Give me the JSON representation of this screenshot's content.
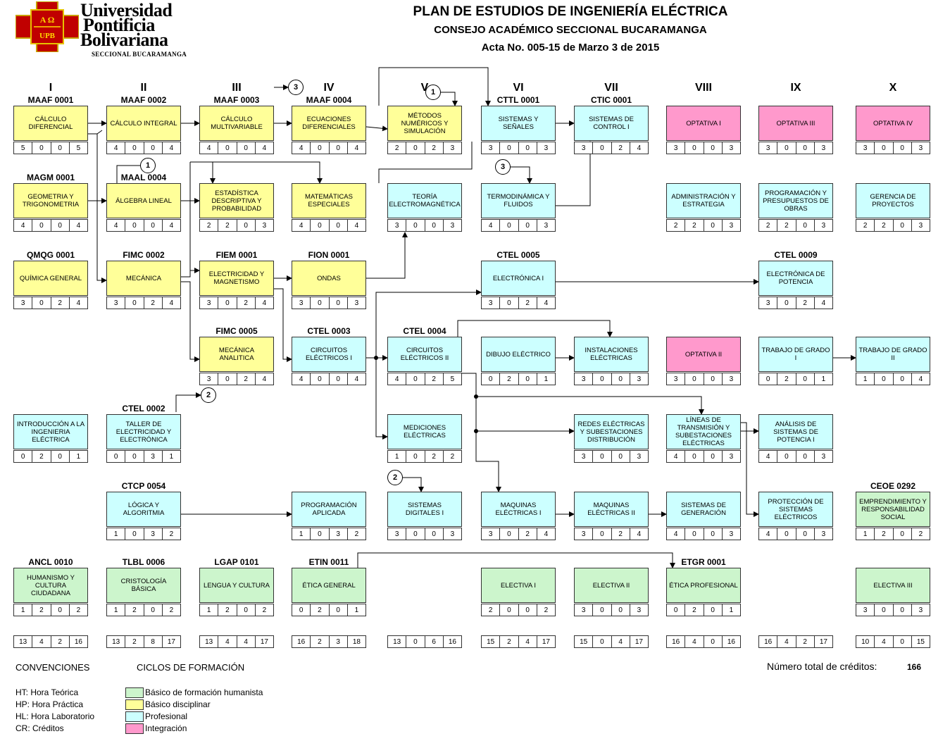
{
  "header": {
    "uni_line1": "Universidad",
    "uni_line2": "Pontificia",
    "uni_line3": "Bolivariana",
    "uni_sub": "SECCIONAL BUCARAMANGA",
    "crest_top": "A Ω",
    "crest_bottom": "UPB",
    "title": "PLAN DE ESTUDIOS DE INGENIERÍA ELÉCTRICA",
    "subtitle": "CONSEJO ACADÉMICO SECCIONAL BUCARAMANGA",
    "acta": "Acta No. 005-15 de Marzo 3 de 2015"
  },
  "colors": {
    "humanista": "#ccf5cc",
    "disciplinar": "#ffff99",
    "profesional": "#ccffff",
    "integracion": "#ff99cc"
  },
  "semesters": [
    "I",
    "II",
    "III",
    "IV",
    "V",
    "VI",
    "VII",
    "VIII",
    "IX",
    "X"
  ],
  "courses": [
    {
      "code": "MAAF 0001",
      "name": "CÁLCULO DIFERENCIAL",
      "col": 0,
      "row": 0,
      "cat": "disciplinar",
      "hrs": [
        "5",
        "0",
        "0",
        "5"
      ]
    },
    {
      "code": "MAAF 0002",
      "name": "CÁLCULO INTEGRAL",
      "col": 1,
      "row": 0,
      "cat": "disciplinar",
      "hrs": [
        "4",
        "0",
        "0",
        "4"
      ]
    },
    {
      "code": "MAAF 0003",
      "name": "CÁLCULO MULTIVARIABLE",
      "col": 2,
      "row": 0,
      "cat": "disciplinar",
      "hrs": [
        "4",
        "0",
        "0",
        "4"
      ]
    },
    {
      "code": "MAAF 0004",
      "name": "ECUACIONES DIFERENCIALES",
      "col": 3,
      "row": 0,
      "cat": "disciplinar",
      "hrs": [
        "4",
        "0",
        "0",
        "4"
      ]
    },
    {
      "code": "",
      "name": "MÉTODOS NUMÉRICOS Y SIMULACIÓN",
      "col": 4,
      "row": 0,
      "cat": "disciplinar",
      "hrs": [
        "2",
        "0",
        "2",
        "3"
      ]
    },
    {
      "code": "CTTL 0001",
      "name": "SISTEMAS Y SEÑALES",
      "col": 5,
      "row": 0,
      "cat": "profesional",
      "hrs": [
        "3",
        "0",
        "0",
        "3"
      ]
    },
    {
      "code": "CTIC 0001",
      "name": "SISTEMAS DE CONTROL I",
      "col": 6,
      "row": 0,
      "cat": "profesional",
      "hrs": [
        "3",
        "0",
        "2",
        "4"
      ]
    },
    {
      "code": "",
      "name": "OPTATIVA I",
      "col": 7,
      "row": 0,
      "cat": "integracion",
      "hrs": [
        "3",
        "0",
        "0",
        "3"
      ]
    },
    {
      "code": "",
      "name": "OPTATIVA III",
      "col": 8,
      "row": 0,
      "cat": "integracion",
      "hrs": [
        "3",
        "0",
        "0",
        "3"
      ]
    },
    {
      "code": "",
      "name": "OPTATIVA IV",
      "col": 9,
      "row": 0,
      "cat": "integracion",
      "hrs": [
        "3",
        "0",
        "0",
        "3"
      ]
    },
    {
      "code": "MAGM 0001",
      "name": "GEOMETRIA Y TRIGONOMETRIA",
      "col": 0,
      "row": 1,
      "cat": "disciplinar",
      "hrs": [
        "4",
        "0",
        "0",
        "4"
      ]
    },
    {
      "code": "MAAL 0004",
      "name": "ÁLGEBRA LINEAL",
      "col": 1,
      "row": 1,
      "cat": "disciplinar",
      "hrs": [
        "4",
        "0",
        "0",
        "4"
      ]
    },
    {
      "code": "",
      "name": "ESTADÍSTICA DESCRIPTIVA Y PROBABILIDAD",
      "col": 2,
      "row": 1,
      "cat": "disciplinar",
      "hrs": [
        "2",
        "2",
        "0",
        "3"
      ]
    },
    {
      "code": "",
      "name": "MATEMÁTICAS ESPECIALES",
      "col": 3,
      "row": 1,
      "cat": "disciplinar",
      "hrs": [
        "4",
        "0",
        "0",
        "4"
      ]
    },
    {
      "code": "",
      "name": "TEORÍA ELECTROMAGNÉTICA",
      "col": 4,
      "row": 1,
      "cat": "profesional",
      "hrs": [
        "3",
        "0",
        "0",
        "3"
      ]
    },
    {
      "code": "",
      "name": "TERMODINÁMICA Y FLUIDOS",
      "col": 5,
      "row": 1,
      "cat": "profesional",
      "hrs": [
        "4",
        "0",
        "0",
        "3"
      ]
    },
    {
      "code": "",
      "name": "ADMINISTRACIÓN Y ESTRATEGIA",
      "col": 7,
      "row": 1,
      "cat": "profesional",
      "hrs": [
        "2",
        "2",
        "0",
        "3"
      ]
    },
    {
      "code": "",
      "name": "PROGRAMACIÓN Y PRESUPUESTOS DE OBRAS",
      "col": 8,
      "row": 1,
      "cat": "profesional",
      "hrs": [
        "2",
        "2",
        "0",
        "3"
      ]
    },
    {
      "code": "",
      "name": "GERENCIA DE PROYECTOS",
      "col": 9,
      "row": 1,
      "cat": "profesional",
      "hrs": [
        "2",
        "2",
        "0",
        "3"
      ]
    },
    {
      "code": "QMQG  0001",
      "name": "QUÍMICA GENERAL",
      "col": 0,
      "row": 2,
      "cat": "disciplinar",
      "hrs": [
        "3",
        "0",
        "2",
        "4"
      ]
    },
    {
      "code": "FIMC 0002",
      "name": "MECÁNICA",
      "col": 1,
      "row": 2,
      "cat": "disciplinar",
      "hrs": [
        "3",
        "0",
        "2",
        "4"
      ]
    },
    {
      "code": "FIEM 0001",
      "name": "ELECTRICIDAD Y MAGNETISMO",
      "col": 2,
      "row": 2,
      "cat": "disciplinar",
      "hrs": [
        "3",
        "0",
        "2",
        "4"
      ]
    },
    {
      "code": "FION 0001",
      "name": "ONDAS",
      "col": 3,
      "row": 2,
      "cat": "disciplinar",
      "hrs": [
        "3",
        "0",
        "0",
        "3"
      ]
    },
    {
      "code": "CTEL 0005",
      "name": "ELECTRÓNICA I",
      "col": 5,
      "row": 2,
      "cat": "profesional",
      "hrs": [
        "3",
        "0",
        "2",
        "4"
      ]
    },
    {
      "code": "CTEL 0009",
      "name": "ELECTRÓNICA DE POTENCIA",
      "col": 8,
      "row": 2,
      "cat": "profesional",
      "hrs": [
        "3",
        "0",
        "2",
        "4"
      ]
    },
    {
      "code": "FIMC 0005",
      "name": "MECÁNICA ANALITICA",
      "col": 2,
      "row": 3,
      "cat": "disciplinar",
      "hrs": [
        "3",
        "0",
        "2",
        "4"
      ]
    },
    {
      "code": "CTEL 0003",
      "name": "CIRCUITOS ELÉCTRICOS  I",
      "col": 3,
      "row": 3,
      "cat": "profesional",
      "hrs": [
        "4",
        "0",
        "0",
        "4"
      ]
    },
    {
      "code": "CTEL 0004",
      "name": "CIRCUITOS ELÉCTRICOS  II",
      "col": 4,
      "row": 3,
      "cat": "profesional",
      "hrs": [
        "4",
        "0",
        "2",
        "5"
      ]
    },
    {
      "code": "",
      "name": "DIBUJO ELÉCTRICO",
      "col": 5,
      "row": 3,
      "cat": "profesional",
      "hrs": [
        "0",
        "2",
        "0",
        "1"
      ]
    },
    {
      "code": "",
      "name": "INSTALACIONES ELÉCTRICAS",
      "col": 6,
      "row": 3,
      "cat": "profesional",
      "hrs": [
        "3",
        "0",
        "0",
        "3"
      ]
    },
    {
      "code": "",
      "name": "OPTATIVA II",
      "col": 7,
      "row": 3,
      "cat": "integracion",
      "hrs": [
        "3",
        "0",
        "0",
        "3"
      ]
    },
    {
      "code": "",
      "name": "TRABAJO DE GRADO I",
      "col": 8,
      "row": 3,
      "cat": "profesional",
      "hrs": [
        "0",
        "2",
        "0",
        "1"
      ]
    },
    {
      "code": "",
      "name": "TRABAJO DE GRADO II",
      "col": 9,
      "row": 3,
      "cat": "profesional",
      "hrs": [
        "1",
        "0",
        "0",
        "4"
      ]
    },
    {
      "code": "",
      "name": "INTRODUCCIÓN A LA INGENIERIA ELÉCTRICA",
      "col": 0,
      "row": 4,
      "cat": "profesional",
      "hrs": [
        "0",
        "2",
        "0",
        "1"
      ]
    },
    {
      "code": "CTEL 0002",
      "name": "TALLER DE ELECTRICIDAD Y ELECTRÓNICA",
      "col": 1,
      "row": 4,
      "cat": "profesional",
      "hrs": [
        "0",
        "0",
        "3",
        "1"
      ]
    },
    {
      "code": "",
      "name": "MEDICIONES ELÉCTRICAS",
      "col": 4,
      "row": 4,
      "cat": "profesional",
      "hrs": [
        "1",
        "0",
        "2",
        "2"
      ]
    },
    {
      "code": "",
      "name": "REDES ELÉCTRICAS Y SUBESTACIONES DISTRIBUCIÓN",
      "col": 6,
      "row": 4,
      "cat": "profesional",
      "hrs": [
        "3",
        "0",
        "0",
        "3"
      ]
    },
    {
      "code": "",
      "name": "LÍNEAS DE TRANSMISIÓN Y SUBESTACIONES ELÉCTRICAS",
      "col": 7,
      "row": 4,
      "cat": "profesional",
      "hrs": [
        "4",
        "0",
        "0",
        "3"
      ]
    },
    {
      "code": "",
      "name": "ANÁLISIS DE SISTEMAS DE POTENCIA I",
      "col": 8,
      "row": 4,
      "cat": "profesional",
      "hrs": [
        "4",
        "0",
        "0",
        "3"
      ]
    },
    {
      "code": "CTCP 0054",
      "name": "LÓGICA Y ALGORITMIA",
      "col": 1,
      "row": 5,
      "cat": "profesional",
      "hrs": [
        "1",
        "0",
        "3",
        "2"
      ]
    },
    {
      "code": "",
      "name": "PROGRAMACIÓN APLICADA",
      "col": 3,
      "row": 5,
      "cat": "profesional",
      "hrs": [
        "1",
        "0",
        "3",
        "2"
      ]
    },
    {
      "code": "",
      "name": "SISTEMAS DIGITALES I",
      "col": 4,
      "row": 5,
      "cat": "profesional",
      "hrs": [
        "3",
        "0",
        "0",
        "3"
      ]
    },
    {
      "code": "",
      "name": "MAQUINAS ELÉCTRICAS I",
      "col": 5,
      "row": 5,
      "cat": "profesional",
      "hrs": [
        "3",
        "0",
        "2",
        "4"
      ]
    },
    {
      "code": "",
      "name": "MAQUINAS ELÉCTRICAS II",
      "col": 6,
      "row": 5,
      "cat": "profesional",
      "hrs": [
        "3",
        "0",
        "2",
        "4"
      ]
    },
    {
      "code": "",
      "name": "SISTEMAS DE GENERACIÓN",
      "col": 7,
      "row": 5,
      "cat": "profesional",
      "hrs": [
        "4",
        "0",
        "0",
        "3"
      ]
    },
    {
      "code": "",
      "name": "PROTECCIÓN DE SISTEMAS ELÉCTRICOS",
      "col": 8,
      "row": 5,
      "cat": "profesional",
      "hrs": [
        "4",
        "0",
        "0",
        "3"
      ]
    },
    {
      "code": "CEOE  0292",
      "name": "EMPRENDIMIENTO Y RESPONSABILIDAD SOCIAL",
      "col": 9,
      "row": 5,
      "cat": "humanista",
      "hrs": [
        "1",
        "2",
        "0",
        "2"
      ]
    },
    {
      "code": "ANCL 0010",
      "name": "HUMANISMO Y CULTURA CIUDADANA",
      "col": 0,
      "row": 6,
      "cat": "humanista",
      "hrs": [
        "1",
        "2",
        "0",
        "2"
      ]
    },
    {
      "code": "TLBL 0006",
      "name": "CRISTOLOGÍA BÁSICA",
      "col": 1,
      "row": 6,
      "cat": "humanista",
      "hrs": [
        "1",
        "2",
        "0",
        "2"
      ]
    },
    {
      "code": "LGAP 0101",
      "name": "LENGUA Y CULTURA",
      "col": 2,
      "row": 6,
      "cat": "humanista",
      "hrs": [
        "1",
        "2",
        "0",
        "2"
      ]
    },
    {
      "code": "ETIN 0011",
      "name": "ÉTICA GENERAL",
      "col": 3,
      "row": 6,
      "cat": "humanista",
      "hrs": [
        "0",
        "2",
        "0",
        "1"
      ]
    },
    {
      "code": "",
      "name": "ELECTIVA I",
      "col": 5,
      "row": 6,
      "cat": "humanista",
      "hrs": [
        "2",
        "0",
        "0",
        "2"
      ]
    },
    {
      "code": "",
      "name": "ELECTIVA II",
      "col": 6,
      "row": 6,
      "cat": "humanista",
      "hrs": [
        "3",
        "0",
        "0",
        "3"
      ]
    },
    {
      "code": "ETGR 0001",
      "name": "ÉTICA PROFESIONAL",
      "col": 7,
      "row": 6,
      "cat": "humanista",
      "hrs": [
        "0",
        "2",
        "0",
        "1"
      ]
    },
    {
      "code": "",
      "name": "ELECTIVA III",
      "col": 9,
      "row": 6,
      "cat": "humanista",
      "hrs": [
        "3",
        "0",
        "0",
        "3"
      ]
    }
  ],
  "totals": [
    [
      "13",
      "4",
      "2",
      "16"
    ],
    [
      "13",
      "2",
      "8",
      "17"
    ],
    [
      "13",
      "4",
      "4",
      "17"
    ],
    [
      "16",
      "2",
      "3",
      "18"
    ],
    [
      "13",
      "0",
      "6",
      "16"
    ],
    [
      "15",
      "2",
      "4",
      "17"
    ],
    [
      "15",
      "0",
      "4",
      "17"
    ],
    [
      "16",
      "4",
      "0",
      "16"
    ],
    [
      "16",
      "4",
      "2",
      "17"
    ],
    [
      "10",
      "4",
      "0",
      "15"
    ]
  ],
  "circles": [
    "3",
    "1",
    "1",
    "3",
    "2",
    "2"
  ],
  "legend": {
    "conv_title": "CONVENCIONES",
    "ciclos_title": "CICLOS DE FORMACIÓN",
    "conv": [
      "HT:  Hora Teórica",
      "HP:  Hora Práctica",
      "HL:  Hora Laboratorio",
      "CR:  Créditos"
    ],
    "ciclos": [
      "Básico de formación humanista",
      "Básico disciplinar",
      "Profesional",
      "Integración"
    ],
    "total_label": "Número total de créditos:",
    "total_value": "166"
  }
}
